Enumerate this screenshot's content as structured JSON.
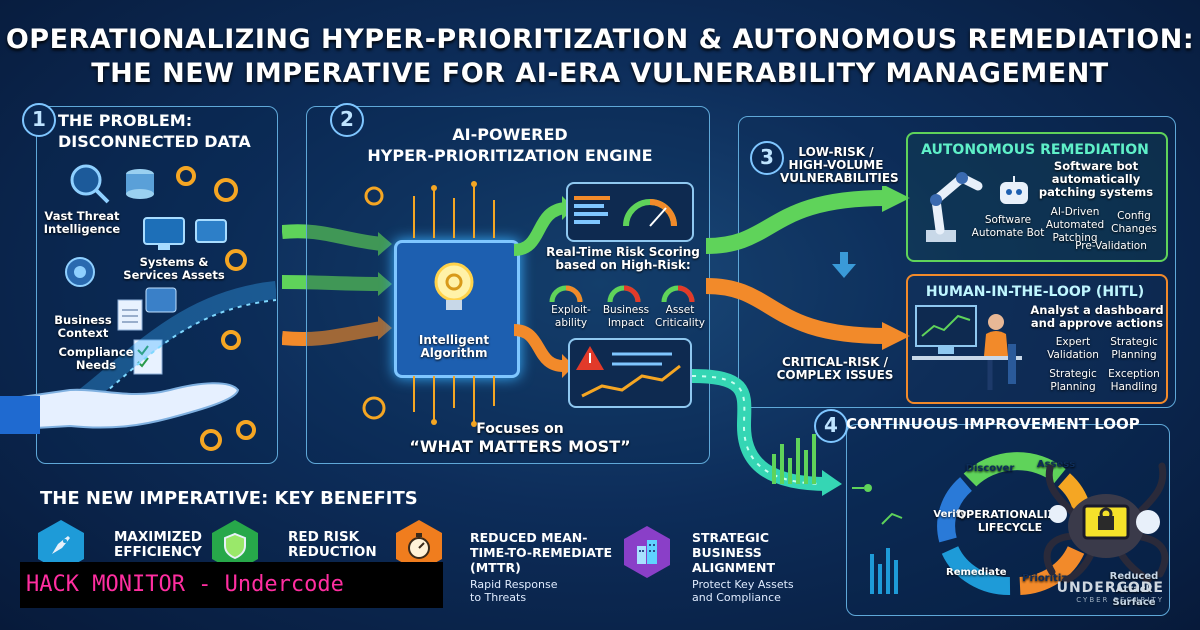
{
  "title": {
    "line1": "OPERATIONALIZING HYPER-PRIORITIZATION & AUTONOMOUS REMEDIATION:",
    "line2": "THE NEW IMPERATIVE FOR AI-ERA VULNERABILITY MANAGEMENT"
  },
  "problem": {
    "number": "1",
    "heading_line1": "THE PROBLEM:",
    "heading_line2": "DISCONNECTED DATA",
    "items": [
      {
        "label_line1": "Vast Threat",
        "label_line2": "Intelligence"
      },
      {
        "label_line1": "Systems &",
        "label_line2": "Services Assets"
      },
      {
        "label_line1": "Business",
        "label_line2": "Context"
      },
      {
        "label_line1": "Compliance",
        "label_line2": "Needs"
      }
    ]
  },
  "engine": {
    "number": "2",
    "heading_line1": "AI-POWERED",
    "heading_line2": "HYPER-PRIORITIZATION ENGINE",
    "chip_line1": "Intelligent",
    "chip_line2": "Algorithm",
    "scoring_line1": "Real-Time Risk Scoring",
    "scoring_line2": "based on High-Risk:",
    "gauges": [
      {
        "line1": "Exploit-",
        "line2": "ability"
      },
      {
        "line1": "Business",
        "line2": "Impact"
      },
      {
        "line1": "Asset",
        "line2": "Criticality"
      }
    ],
    "focus_line1": "Focuses on",
    "focus_line2": "“WHAT MATTERS MOST”"
  },
  "remediation": {
    "number": "3",
    "low_risk_line1": "LOW-RISK /",
    "low_risk_line2": "HIGH-VOLUME",
    "low_risk_line3": "VULNERABILITIES",
    "critical_line1": "CRITICAL-RISK /",
    "critical_line2": "COMPLEX ISSUES",
    "autonomous": {
      "heading": "AUTONOMOUS REMEDIATION",
      "desc_line1": "Software bot",
      "desc_line2": "automatically",
      "desc_line3": "patching systems",
      "bot_line1": "Software",
      "bot_line2": "Automate Bot",
      "patch_line1": "AI-Driven",
      "patch_line2": "Automated",
      "patch_line3": "Patching",
      "config_line1": "Config",
      "config_line2": "Changes",
      "prevalidation": "Pre-Validation"
    },
    "hitl": {
      "heading": "HUMAN-IN-THE-LOOP (HITL)",
      "desc_line1": "Analyst a dashboard",
      "desc_line2": "and approve actions",
      "items": [
        {
          "line1": "Expert",
          "line2": "Validation"
        },
        {
          "line1": "Strategic",
          "line2": "Planning"
        },
        {
          "line1": "Strategic",
          "line2": "Planning"
        },
        {
          "line1": "Exception",
          "line2": "Handling"
        }
      ]
    }
  },
  "loop": {
    "number": "4",
    "heading": "CONTINUOUS IMPROVEMENT LOOP",
    "center_line1": "OPERATIONALIZE",
    "center_line2": "LIFECYCLE",
    "stages": [
      "Discover",
      "Assess",
      "Verify",
      "Remediate",
      "Prioritize"
    ],
    "partial_label_line1": "Reduced",
    "partial_label_line2": "Attack",
    "partial_label_line3": "Surface"
  },
  "benefits": {
    "heading": "THE NEW IMPERATIVE: KEY BENEFITS",
    "items": [
      {
        "title_line1": "MAXIMIZED",
        "title_line2": "EFFICIENCY",
        "color": "#1e9bd8"
      },
      {
        "title_line1": "RED RISK",
        "title_line2": "REDUCTION",
        "color": "#27a84a"
      },
      {
        "title_line1": "REDUCED MEAN-",
        "title_line2": "TIME-TO-REMEDIATE",
        "title_line3": "(MTTR)",
        "sub_line1": "Rapid Response",
        "sub_line2": "to Threats",
        "color": "#f07d1e"
      },
      {
        "title_line1": "STRATEGIC",
        "title_line2": "BUSINESS",
        "title_line3": "ALIGNMENT",
        "sub_line1": "Protect Key Assets",
        "sub_line2": "and Compliance",
        "color": "#8a3fc8"
      }
    ]
  },
  "watermark": {
    "text": "HACK MONITOR - Undercode",
    "logo_line1": "UNDERCODE",
    "logo_line2": "CYBER SECURITY"
  },
  "colors": {
    "green_flow": "#5fd35a",
    "orange_flow": "#f28a2a",
    "teal_flow": "#35d6b4",
    "panel_border": "#5fa8d8",
    "heading_teal": "#5ff0c8"
  }
}
